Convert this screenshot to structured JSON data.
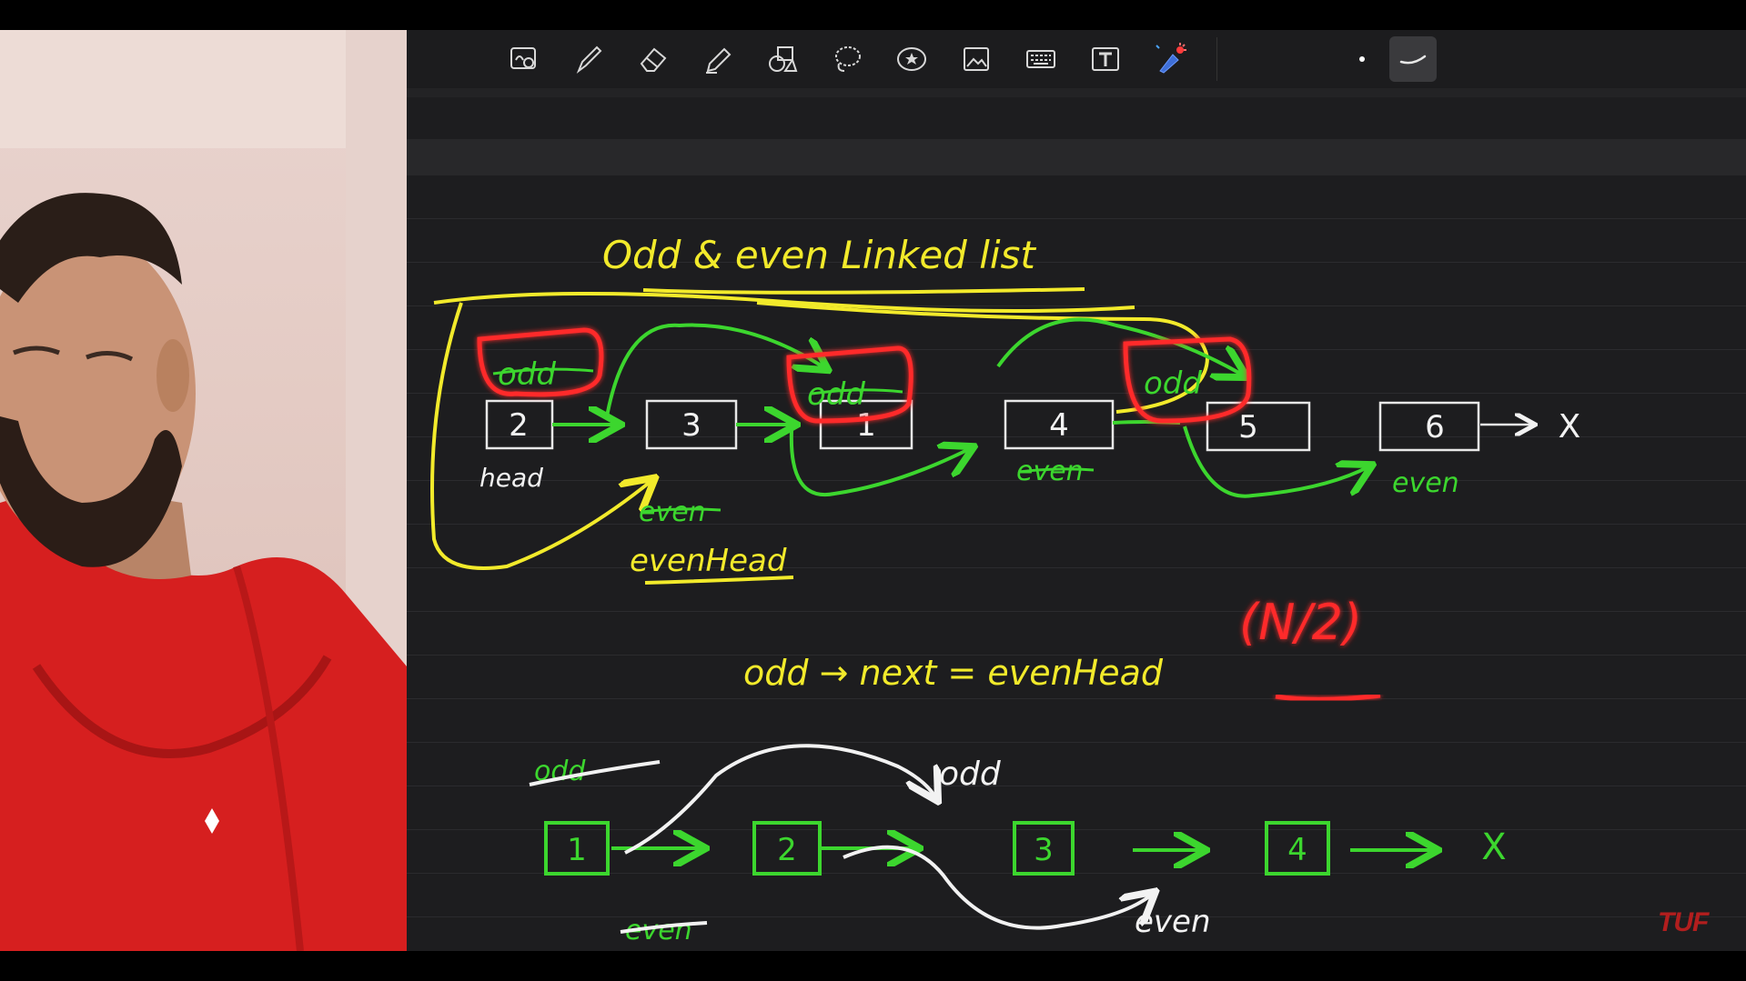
{
  "toolbar": {
    "tools": [
      {
        "name": "lasso-zoom-icon",
        "selected": false
      },
      {
        "name": "pen-icon",
        "selected": false
      },
      {
        "name": "eraser-icon",
        "selected": false
      },
      {
        "name": "highlighter-icon",
        "selected": false
      },
      {
        "name": "shapes-icon",
        "selected": false
      },
      {
        "name": "lasso-icon",
        "selected": false
      },
      {
        "name": "sticker-icon",
        "selected": false
      },
      {
        "name": "image-icon",
        "selected": false
      },
      {
        "name": "keyboard-icon",
        "selected": false
      },
      {
        "name": "text-box-icon",
        "selected": false
      },
      {
        "name": "laser-pointer-icon",
        "selected": false
      },
      {
        "name": "dot-icon",
        "selected": false
      },
      {
        "name": "stroke-style-icon",
        "selected": true
      }
    ]
  },
  "board": {
    "title": "Odd & even Linked list",
    "top_list": {
      "nodes": [
        "2",
        "3",
        "1",
        "4",
        "5",
        "6"
      ],
      "terminal": "X",
      "head_label": "head",
      "odd_labels": [
        "odd",
        "odd",
        "odd"
      ],
      "even_labels": [
        "even",
        "even",
        "even"
      ],
      "even_head_label": "evenHead",
      "note": "odd → next = evenHead",
      "complexity": "(N/2)"
    },
    "bottom_list": {
      "nodes": [
        "1",
        "2",
        "3",
        "4"
      ],
      "terminal": "X",
      "odd_crossed": "odd",
      "odd_label": "odd",
      "even_crossed": "even",
      "even_label": "even"
    }
  },
  "colors": {
    "yellow": "#f2ea2b",
    "green": "#3cd62e",
    "red": "#ff2a2a",
    "white": "#f2f2f2",
    "hoodie": "#d61f1f",
    "board": "#1d1d1f"
  },
  "watermark": "TUF"
}
